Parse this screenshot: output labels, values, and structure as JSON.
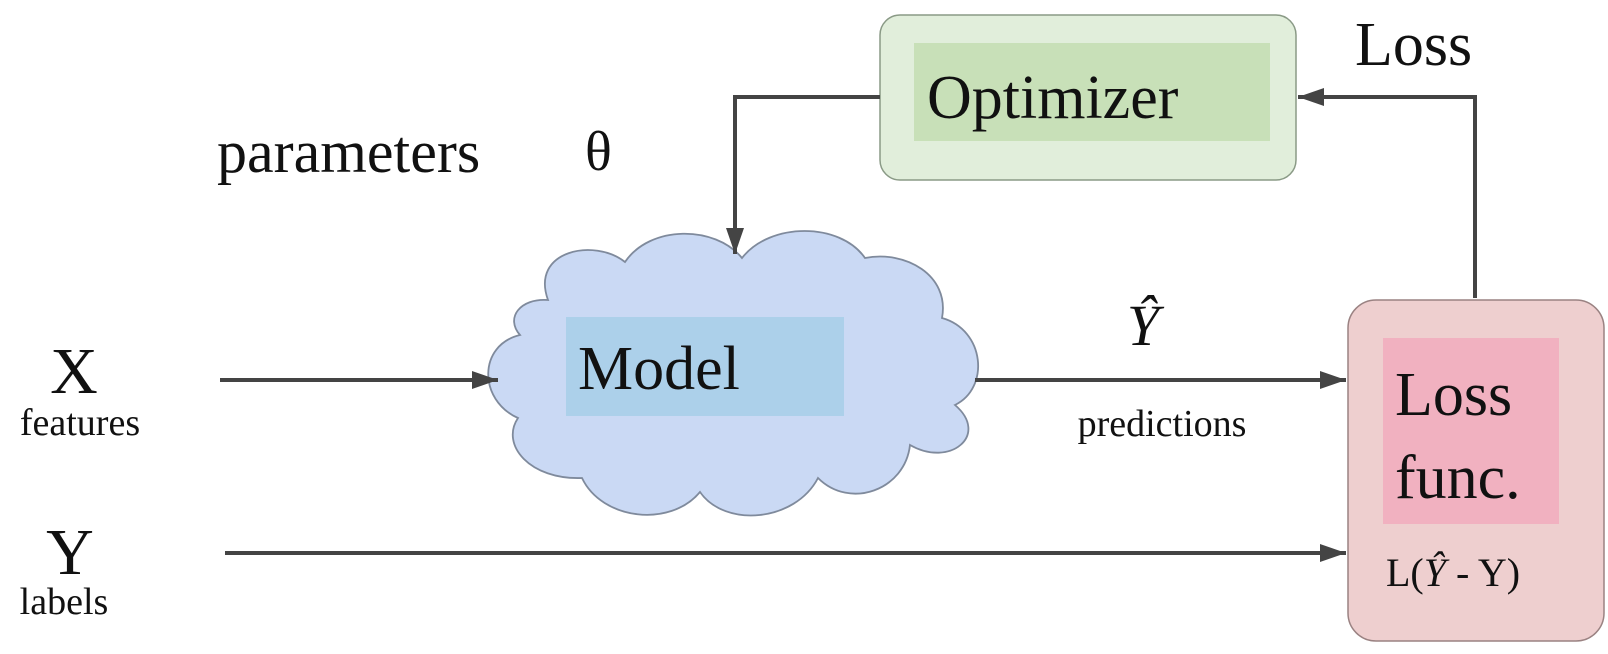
{
  "diagram": {
    "input_x": {
      "symbol": "X",
      "caption": "features"
    },
    "input_y": {
      "symbol": "Y",
      "caption": "labels"
    },
    "parameters": {
      "label": "parameters",
      "symbol": "θ"
    },
    "model": {
      "label": "Model"
    },
    "optimizer": {
      "label": "Optimizer"
    },
    "prediction": {
      "symbol": "Ŷ",
      "caption": "predictions"
    },
    "loss_edge": {
      "label": "Loss"
    },
    "loss_func": {
      "line1": "Loss",
      "line2": "func.",
      "formula_prefix": "L(",
      "formula_hat": "Ŷ",
      "formula_suffix": " - Y)"
    },
    "colors": {
      "optimizer_outer": "#e1eedb",
      "optimizer_inner": "#c8e0b8",
      "model_cloud": "#cad9f4",
      "model_label_box": "#acd0ea",
      "loss_outer": "#eecfcf",
      "loss_inner": "#f1b1c0",
      "arrow": "#444444"
    }
  }
}
